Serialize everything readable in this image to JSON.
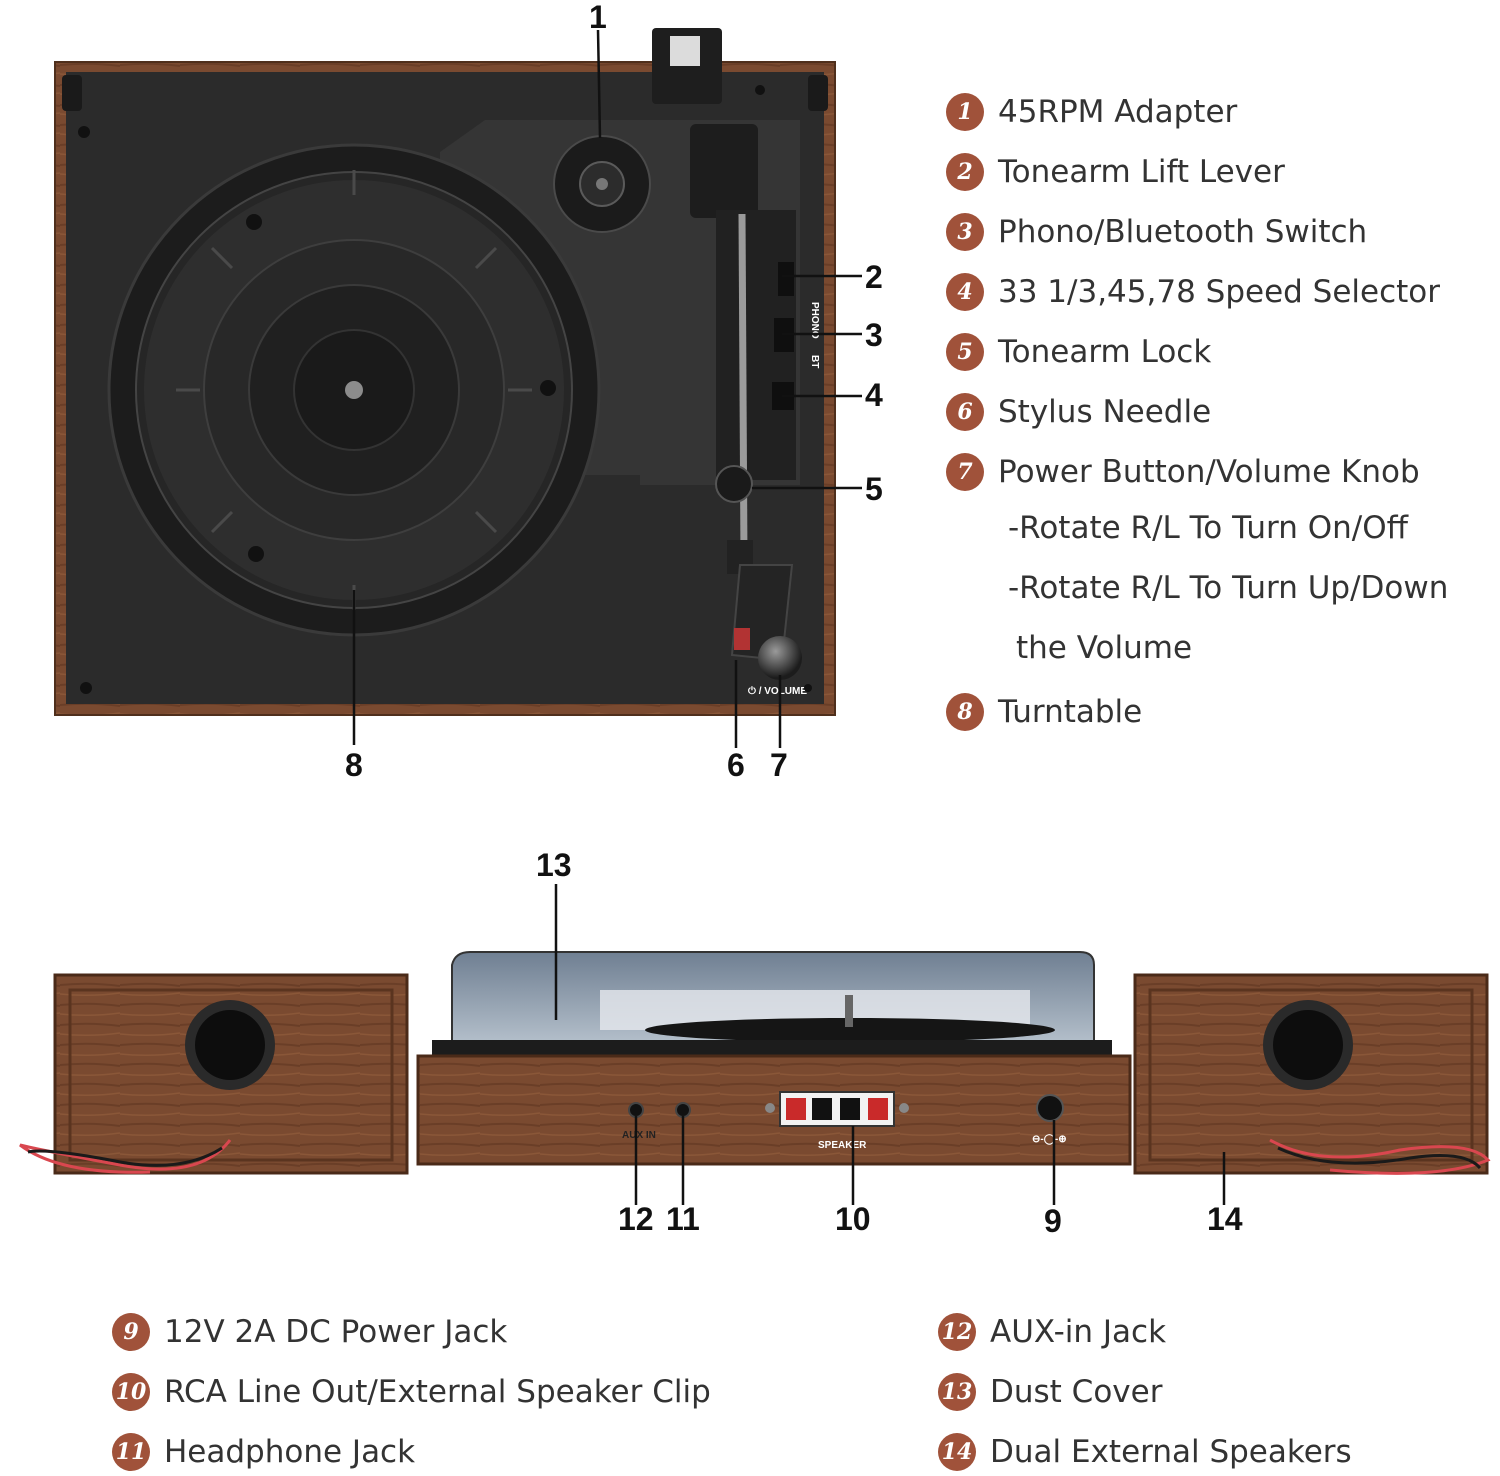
{
  "top_callouts": [
    "1",
    "2",
    "3",
    "4",
    "5",
    "6",
    "7",
    "8"
  ],
  "bottom_callouts": [
    "13",
    "12",
    "11",
    "10",
    "9",
    "14"
  ],
  "panel_labels": {
    "phono": "PHONO",
    "bt": "BT",
    "volume": "⏻ / VOLUME",
    "aux_in": "AUX IN",
    "speaker": "SPEAKER",
    "dc_symbol": "⊖-◯-⊕"
  },
  "legend_top": [
    {
      "num": "1",
      "label": "45RPM Adapter"
    },
    {
      "num": "2",
      "label": "Tonearm Lift Lever"
    },
    {
      "num": "3",
      "label": "Phono/Bluetooth Switch"
    },
    {
      "num": "4",
      "label": "33 1/3,45,78 Speed Selector"
    },
    {
      "num": "5",
      "label": "Tonearm Lock"
    },
    {
      "num": "6",
      "label": "Stylus Needle"
    },
    {
      "num": "7",
      "label": "Power Button/Volume Knob"
    },
    {
      "num": "8",
      "label": "Turntable"
    }
  ],
  "legend_top_sublines": [
    "-Rotate R/L To Turn On/Off",
    "-Rotate R/L To Turn Up/Down",
    "the Volume"
  ],
  "legend_bottom_left": [
    {
      "num": "9",
      "label": "12V 2A DC Power Jack"
    },
    {
      "num": "10",
      "label": "RCA Line Out/External Speaker Clip"
    },
    {
      "num": "11",
      "label": "Headphone Jack"
    }
  ],
  "legend_bottom_right": [
    {
      "num": "12",
      "label": "AUX-in Jack"
    },
    {
      "num": "13",
      "label": "Dust Cover"
    },
    {
      "num": "14",
      "label": "Dual External Speakers"
    }
  ],
  "colors": {
    "wood": "#7a4a30",
    "wood_dark": "#5e3822",
    "plinth": "#2a2a2a",
    "badge": "#a0523a",
    "cable_red": "#d9474f"
  }
}
